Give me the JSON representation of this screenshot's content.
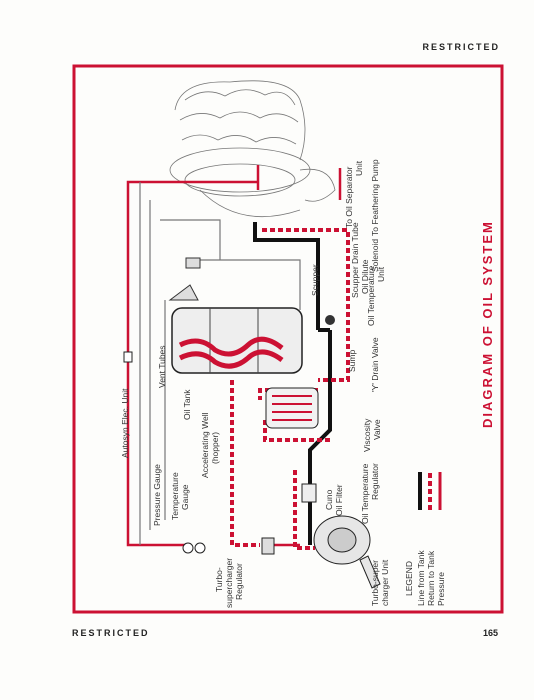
{
  "header": {
    "restricted": "RESTRICTED"
  },
  "footer": {
    "restricted": "RESTRICTED",
    "page_number": "165"
  },
  "title": "DIAGRAM OF OIL SYSTEM",
  "labels": {
    "to_oil_separator": "To Oil Separator",
    "unit": "Unit",
    "to_feathering_pump": "To Feathering Pump",
    "scupper": "Scupper",
    "scupper_drain_tube": "Scupper Drain Tube",
    "oil_dilute": "Oil Dilute",
    "solenoid": "Solenoid",
    "oil_temperature": "Oil Temperature",
    "oil_temperature_unit": "Unit",
    "vent_tubes": "Vent Tubes",
    "oil_tank": "Oil Tank",
    "sump": "Sump",
    "y_drain_valve": "'Y' Drain Valve",
    "autosyn": "Autosyn Elec. Unit",
    "accelerating_well": "Accelerating Well",
    "hopper": "(hopper)",
    "viscosity": "Viscosity",
    "valve": "Valve",
    "pressure_gauge": "Pressure Gauge",
    "temperature": "Temperature",
    "gauge": "Gauge",
    "cuno": "Cuno",
    "oil_filter": "Oil Filter",
    "oil_temp_regulator_1": "Oil Temperature",
    "oil_temp_regulator_2": "Regulator",
    "turbo_reg_1": "Turbo-",
    "turbo_reg_2": "supercharger",
    "turbo_reg_3": "Regulator",
    "turbo_unit_1": "Turbo-super",
    "turbo_unit_2": "charger Unit"
  },
  "legend": {
    "heading": "LEGEND",
    "line_from_tank": "Line from Tank",
    "return_to_tank": "Return to Tank",
    "pressure": "Pressure"
  },
  "colors": {
    "border": "#cc1133",
    "line": "#111111"
  }
}
